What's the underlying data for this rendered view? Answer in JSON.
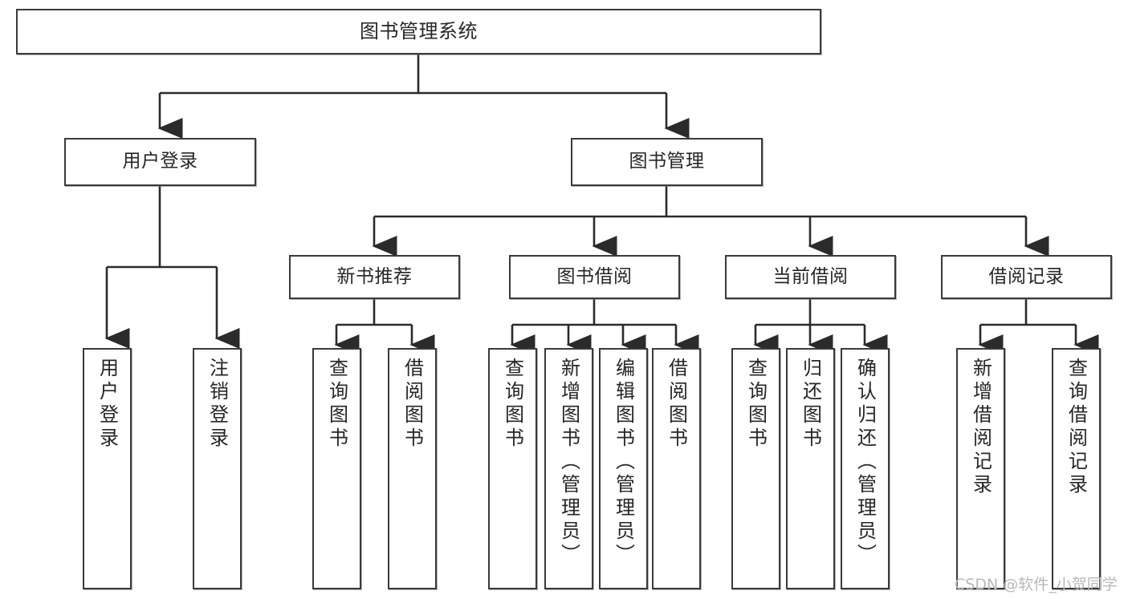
{
  "diagram": {
    "title": "图书管理系统",
    "type": "tree",
    "watermark": "CSDN @软件_小贺同学",
    "colors": {
      "box_border": "#3a3a3a",
      "box_fill": "#ffffff",
      "connector": "#2b2b2b",
      "text": "#262626",
      "watermark": "#b9b9b9",
      "background": "#ffffff"
    },
    "levels": [
      {
        "level": 1,
        "nodes": [
          {
            "id": "root",
            "label": "图书管理系统"
          }
        ]
      },
      {
        "level": 2,
        "nodes": [
          {
            "id": "login",
            "label": "用户登录",
            "parent": "root"
          },
          {
            "id": "bookmgmt",
            "label": "图书管理",
            "parent": "root"
          }
        ]
      },
      {
        "level": 3,
        "nodes": [
          {
            "id": "newbook",
            "label": "新书推荐",
            "parent": "bookmgmt"
          },
          {
            "id": "borrow",
            "label": "图书借阅",
            "parent": "bookmgmt"
          },
          {
            "id": "current",
            "label": "当前借阅",
            "parent": "bookmgmt"
          },
          {
            "id": "record",
            "label": "借阅记录",
            "parent": "bookmgmt"
          }
        ]
      },
      {
        "level": 4,
        "nodes": [
          {
            "id": "leaf1",
            "label": "用户登录",
            "parent": "login"
          },
          {
            "id": "leaf2",
            "label": "注销登录",
            "parent": "login"
          },
          {
            "id": "leaf3",
            "label": "查询图书",
            "parent": "newbook"
          },
          {
            "id": "leaf4",
            "label": "借阅图书",
            "parent": "newbook"
          },
          {
            "id": "leaf5",
            "label": "查询图书",
            "parent": "borrow"
          },
          {
            "id": "leaf6",
            "label": "新增图书（管理员）",
            "parent": "borrow"
          },
          {
            "id": "leaf7",
            "label": "编辑图书（管理员）",
            "parent": "borrow"
          },
          {
            "id": "leaf8",
            "label": "借阅图书",
            "parent": "borrow"
          },
          {
            "id": "leaf9",
            "label": "查询图书",
            "parent": "current"
          },
          {
            "id": "leaf10",
            "label": "归还图书",
            "parent": "current"
          },
          {
            "id": "leaf11",
            "label": "确认归还（管理员）",
            "parent": "current"
          },
          {
            "id": "leaf12",
            "label": "新增借阅记录",
            "parent": "record"
          },
          {
            "id": "leaf13",
            "label": "查询借阅记录",
            "parent": "record"
          }
        ]
      }
    ]
  }
}
